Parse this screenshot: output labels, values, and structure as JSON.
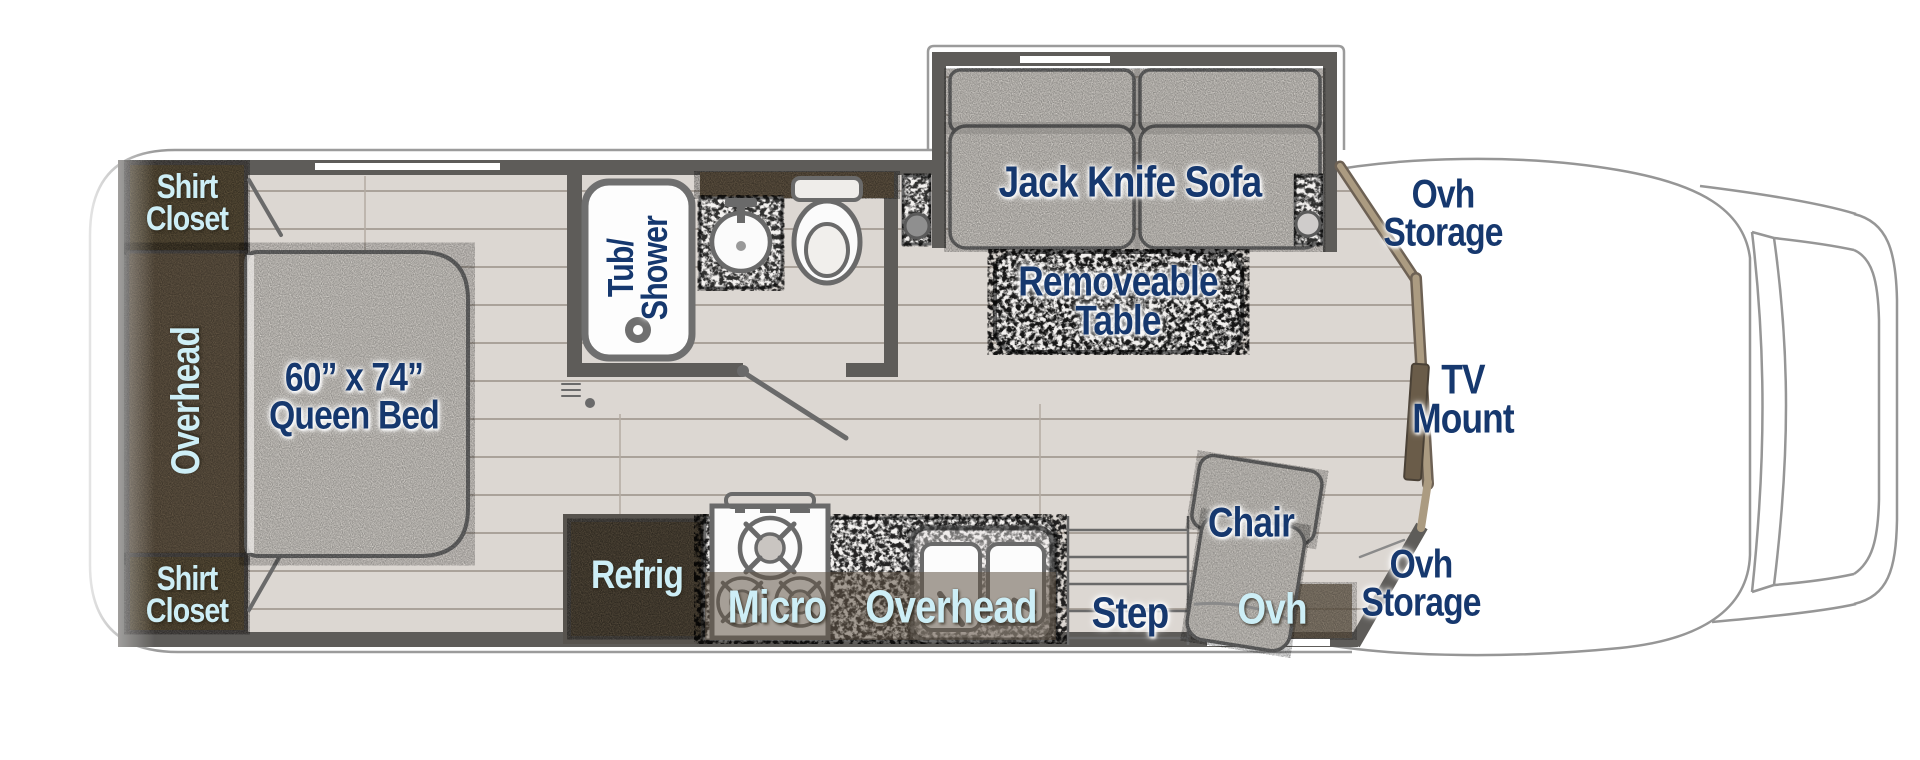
{
  "colors": {
    "label_navy": "#16386e",
    "label_light_blue": "#cdeef6",
    "wall_gray": "#5e5c59",
    "floor": "#dcd7d2",
    "plank_line": "#aaa29a",
    "cabinet_brown": "#64573f",
    "fabric_gray": "#dcd8d2",
    "countertop": "#f4f2f0",
    "trim_tan": "#ab9b81"
  },
  "labels": {
    "shirt_closet_top": {
      "line1": "Shirt",
      "line2": "Closet"
    },
    "overhead_bedroom": {
      "text": "Overhead"
    },
    "shirt_closet_bottom": {
      "line1": "Shirt",
      "line2": "Closet"
    },
    "queen_bed": {
      "line1": "60” x 74”",
      "line2": "Queen Bed"
    },
    "tub_shower": {
      "line1": "Tub/",
      "line2": "Shower"
    },
    "jack_knife_sofa": {
      "text": "Jack Knife Sofa"
    },
    "removeable_table": {
      "line1": "Removeable",
      "line2": "Table"
    },
    "ovh_storage_top": {
      "line1": "Ovh",
      "line2": "Storage"
    },
    "tv_mount": {
      "line1": "TV",
      "line2": "Mount"
    },
    "refrig": {
      "text": "Refrig"
    },
    "micro": {
      "text": "Micro"
    },
    "overhead_kitchen": {
      "text": "Overhead"
    },
    "step": {
      "text": "Step"
    },
    "chair": {
      "text": "Chair"
    },
    "ovh_chair": {
      "text": "Ovh"
    },
    "ovh_storage_bottom": {
      "line1": "Ovh",
      "line2": "Storage"
    }
  }
}
